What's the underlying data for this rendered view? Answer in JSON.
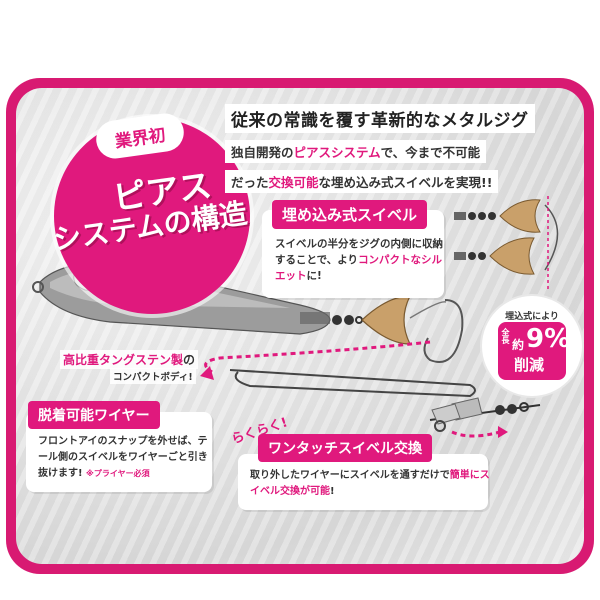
{
  "intro": {
    "headline": "従来の常識を覆す革新的なメタルジグ",
    "line1_a": "独自開発の",
    "line1_b": "ピアスシステム",
    "line1_c": "で、今まで不可能",
    "line2_a": "だった",
    "line2_b": "交換可能",
    "line2_c": "な埋め込み式スイベルを実現!!"
  },
  "badge": {
    "small": "業界初",
    "title1": "ピアス",
    "title2": "システムの構造"
  },
  "swivel": {
    "title": "埋め込み式スイベル",
    "text_a": "スイベルの半分をジグの内側に収納することで、より",
    "text_b": "コンパクトなシルエット",
    "text_c": "に!"
  },
  "body_label": {
    "main": "高比重タングステン製",
    "main_suffix": "の",
    "sub": "コンパクトボディ!"
  },
  "reduction": {
    "top": "埋込式により",
    "label": "全長",
    "yaku": "約",
    "percent": "9%",
    "down": "削減"
  },
  "wire": {
    "title": "脱着可能ワイヤー",
    "text": "フロントアイのスナップを外せば、テール側のスイベルをワイヤーごと引き抜けます!",
    "note": "※プライヤー必須"
  },
  "onetouch": {
    "tag": "らくらく!",
    "title": "ワンタッチスイベル交換",
    "text_a": "取り外したワイヤーにスイベルを通すだけで",
    "text_b": "簡単にスイベル交換が可能",
    "text_c": "!"
  },
  "colors": {
    "brand_pink": "#e0197d",
    "frame_pink": "#d81a72",
    "blade_gold": "#c9a06a",
    "body_gray": "#9a9a9a"
  }
}
